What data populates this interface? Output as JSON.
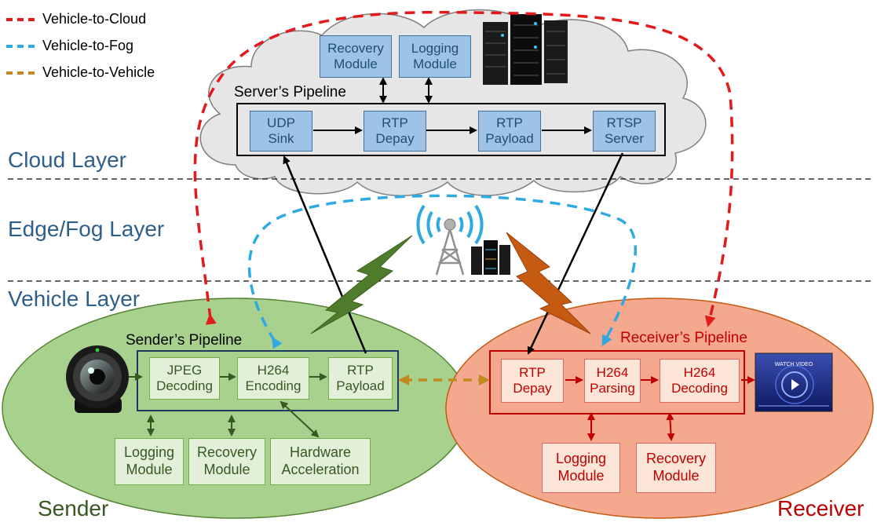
{
  "legend": [
    {
      "label": "Vehicle-to-Cloud",
      "color": "#e31a1c"
    },
    {
      "label": "Vehicle-to-Fog",
      "color": "#2fa9e0"
    },
    {
      "label": "Vehicle-to-Vehicle",
      "color": "#c08a1e"
    }
  ],
  "layers": {
    "cloud": "Cloud Layer",
    "fog": "Edge/Fog Layer",
    "vehicle": "Vehicle Layer"
  },
  "cloud": {
    "pipeline_title": "Server’s Pipeline",
    "modules": {
      "recovery": "Recovery\nModule",
      "logging": "Logging\nModule"
    },
    "stages": {
      "udp_sink": "UDP\nSink",
      "rtp_depay": "RTP\nDepay",
      "rtp_payload": "RTP\nPayload",
      "rtsp_server": "RTSP\nServer"
    }
  },
  "sender": {
    "pipeline_title": "Sender’s Pipeline",
    "stages": {
      "jpeg": "JPEG\nDecoding",
      "h264_enc": "H264\nEncoding",
      "rtp_payload": "RTP\nPayload"
    },
    "modules": {
      "logging": "Logging\nModule",
      "recovery": "Recovery\nModule",
      "hw": "Hardware\nAcceleration"
    },
    "label": "Sender"
  },
  "receiver": {
    "pipeline_title": "Receiver’s Pipeline",
    "stages": {
      "rtp_depay": "RTP\nDepay",
      "h264_parse": "H264\nParsing",
      "h264_dec": "H264\nDecoding"
    },
    "modules": {
      "logging": "Logging\nModule",
      "recovery": "Recovery\nModule"
    },
    "label": "Receiver",
    "screen_text": "WATCH VIDEO"
  },
  "colors": {
    "cloud_fill": "#e6e6e6",
    "sender_fill": "#a9d18e",
    "receiver_fill": "#f4a88e",
    "layer_text": "#2e5f8a",
    "v2c": "#e31a1c",
    "v2f": "#2fa9e0",
    "v2v": "#c08a1e"
  }
}
